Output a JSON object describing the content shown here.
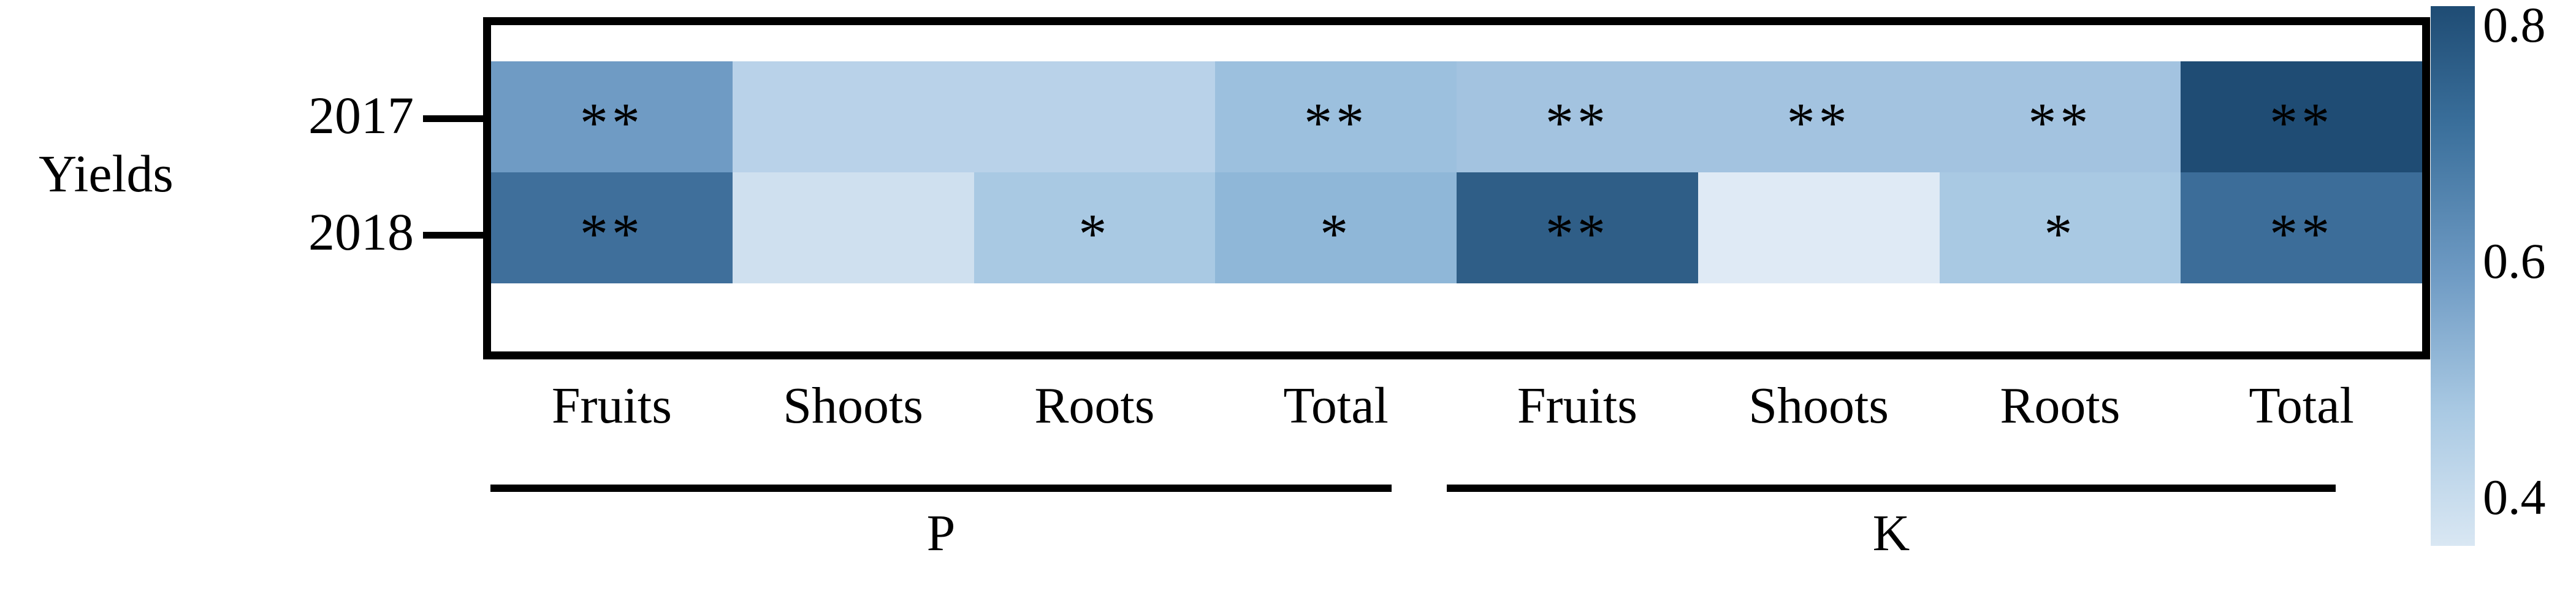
{
  "axis": {
    "y_title": "Yields",
    "row_labels": [
      "2017",
      "2018"
    ]
  },
  "groups": [
    {
      "label": "P",
      "columns": [
        "Fruits",
        "Shoots",
        "Roots",
        "Total"
      ]
    },
    {
      "label": "K",
      "columns": [
        "Fruits",
        "Shoots",
        "Roots",
        "Total"
      ]
    }
  ],
  "colorbar": {
    "ticks": [
      "0.8",
      "0.6",
      "0.4"
    ],
    "min": 0.4,
    "max": 0.8,
    "color_low": "#d9e7f3",
    "color_high": "#1f4c74"
  },
  "chart_data": {
    "type": "heatmap",
    "title": "",
    "xlabel": "",
    "ylabel": "Yields",
    "grid": false,
    "legend_position": "right",
    "colorbar_label": "",
    "colorscale": {
      "name": "Blues",
      "min": 0.4,
      "max": 0.8,
      "low_color": "#d9e7f3",
      "high_color": "#1f4c74",
      "ticks": [
        0.8,
        0.6,
        0.4
      ]
    },
    "x_groups": [
      "P",
      "P",
      "P",
      "P",
      "K",
      "K",
      "K",
      "K"
    ],
    "categories": [
      "Fruits",
      "Shoots",
      "Roots",
      "Total",
      "Fruits",
      "Shoots",
      "Roots",
      "Total"
    ],
    "rows": [
      "2017",
      "2018"
    ],
    "values": [
      [
        0.62,
        0.47,
        0.47,
        0.56,
        0.58,
        0.58,
        0.58,
        0.79
      ],
      [
        0.68,
        0.44,
        0.55,
        0.6,
        0.72,
        0.41,
        0.55,
        0.66
      ]
    ],
    "annotations": [
      [
        "**",
        "",
        "",
        "**",
        "**",
        "**",
        "**",
        "**"
      ],
      [
        "**",
        "",
        "*",
        "*",
        "**",
        "",
        "*",
        "**"
      ]
    ],
    "cell_colors": [
      [
        "#6f9bc4",
        "#b9d2e9",
        "#b9d2e9",
        "#9cc0de",
        "#a3c3e0",
        "#a3c3e0",
        "#a3c3e0",
        "#1f4c74"
      ],
      [
        "#3f6f9b",
        "#cfe0ef",
        "#a9c9e3",
        "#8fb7d8",
        "#2f5e87",
        "#dfeaf5",
        "#a9c9e3",
        "#3c6d99"
      ]
    ]
  }
}
